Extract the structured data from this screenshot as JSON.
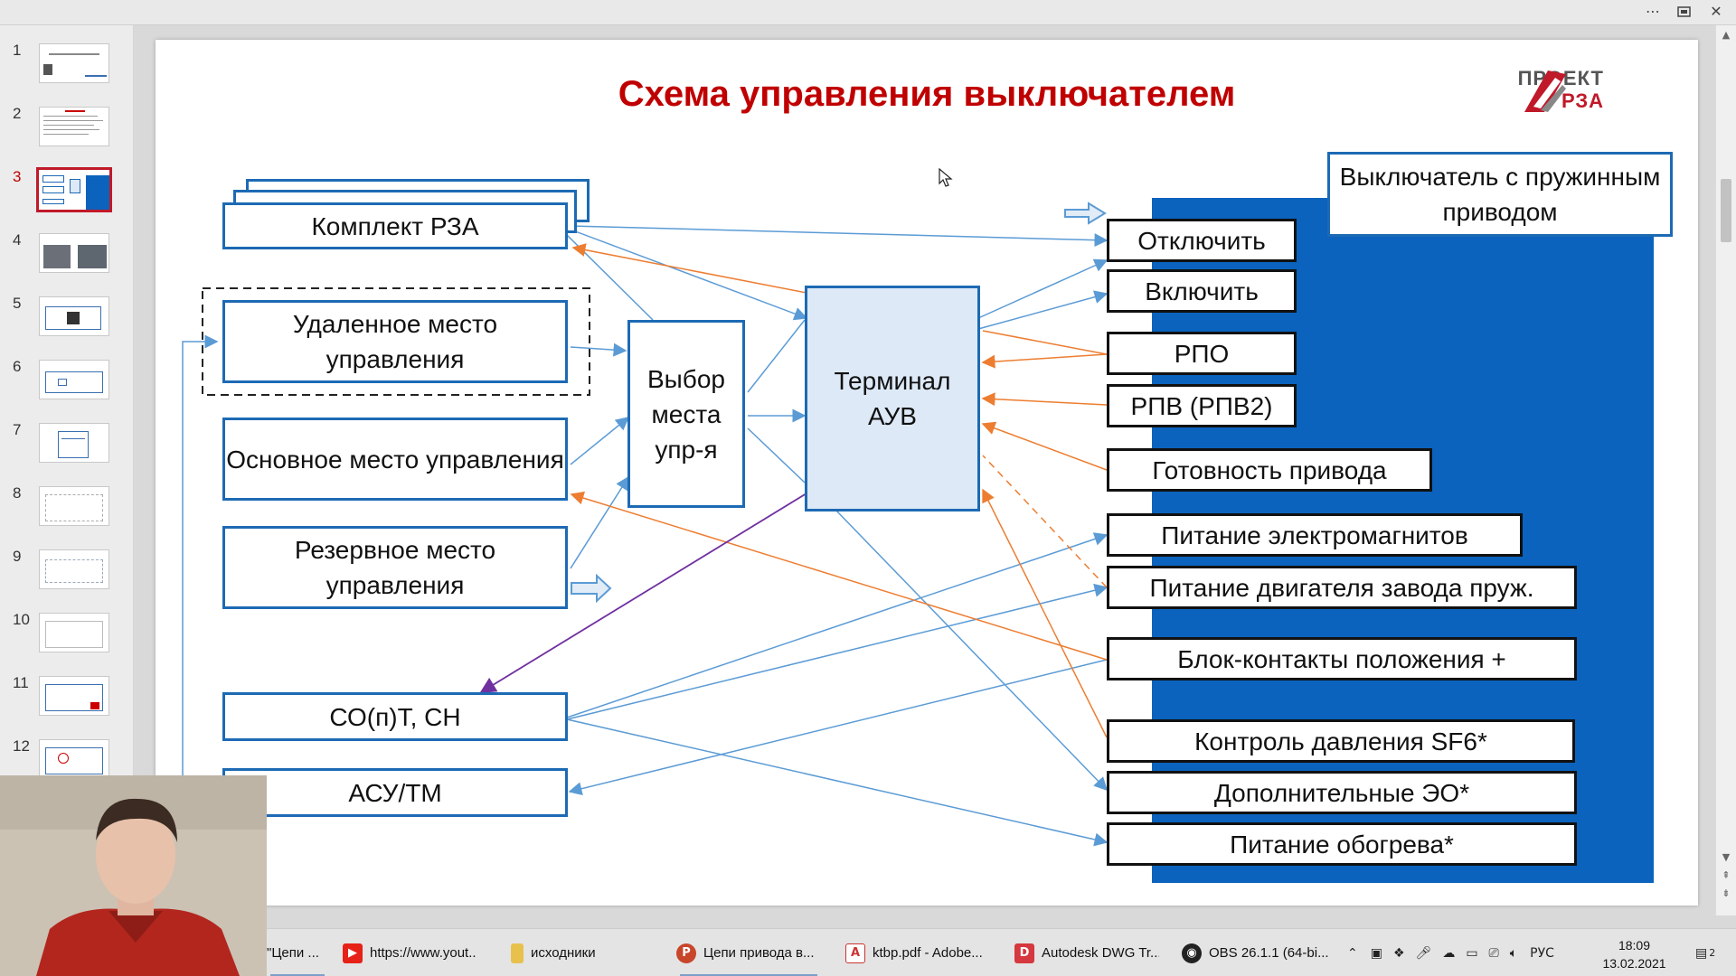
{
  "window": {
    "more_icon": "⋯",
    "restore_icon": "restore-icon",
    "close_icon": "✕"
  },
  "thumbnails": {
    "numbers": [
      "1",
      "2",
      "3",
      "4",
      "5",
      "6",
      "7",
      "8",
      "9",
      "10",
      "11",
      "12"
    ],
    "active": "3"
  },
  "slide": {
    "title": "Схема управления выключателем",
    "logo": {
      "line1": "ПРОЕКТ",
      "line2": "РЗА"
    },
    "left": {
      "rza": "Комплект РЗА",
      "remote": "Удаленное место управления",
      "main": "Основное место управления",
      "reserve": "Резервное место управления",
      "sot": "СО(п)Т, СН",
      "asu": "АСУ/ТМ"
    },
    "selector": "Выбор места упр-я",
    "terminal": "Терминал АУВ",
    "breaker": {
      "title": "Выключатель с пружинным приводом",
      "items": {
        "off": "Отключить",
        "on": "Включить",
        "rpo": "РПО",
        "rpv": "РПВ (РПВ2)",
        "ready": "Готовность привода",
        "em_power": "Питание электромагнитов",
        "motor_power": "Питание двигателя завода пруж.",
        "contacts": "Блок-контакты положения +",
        "sf6": "Контроль давления SF6*",
        "extra": "Дополнительные ЭО*",
        "heating": "Питание обогрева*"
      }
    },
    "colors": {
      "blue_line": "#5b9bd5",
      "orange_line": "#ed7d31",
      "purple_line": "#7030a0",
      "title": "#c00000",
      "panel": "#0b63bd"
    }
  },
  "taskbar": {
    "items": [
      {
        "label": "\"Цепи ...",
        "icon": "powerpoint-icon"
      },
      {
        "label": "https://www.yout...",
        "icon": "youtube-icon"
      },
      {
        "label": "исходники",
        "icon": "folder-icon"
      },
      {
        "label": "Цепи привода в...",
        "icon": "powerpoint-icon"
      },
      {
        "label": "ktbp.pdf - Adobe...",
        "icon": "pdf-icon"
      },
      {
        "label": "Autodesk DWG Tr...",
        "icon": "autodesk-icon"
      },
      {
        "label": "OBS 26.1.1 (64-bi...",
        "icon": "obs-icon"
      }
    ],
    "lang": "РУС",
    "time": "18:09",
    "date": "13.02.2021",
    "notifications": "2"
  }
}
